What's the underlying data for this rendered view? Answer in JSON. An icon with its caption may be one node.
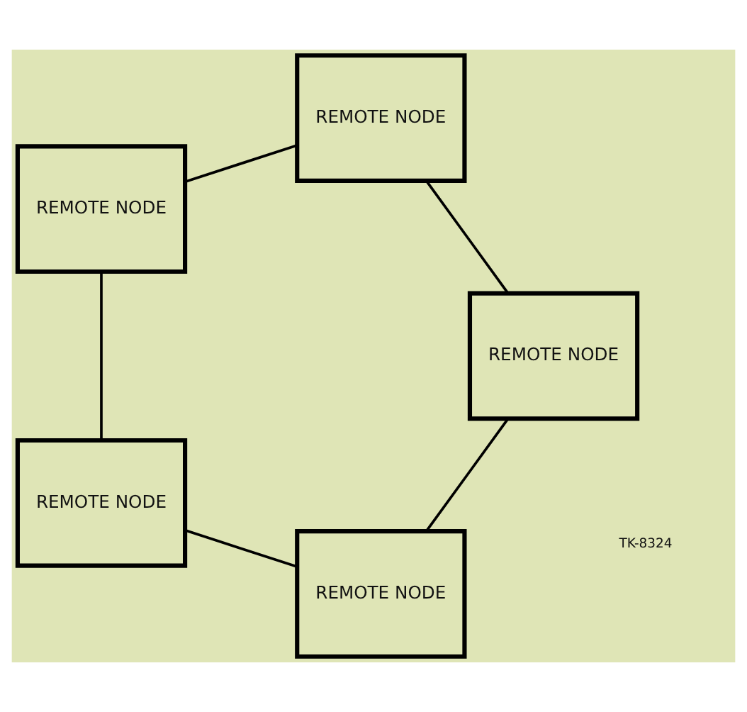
{
  "diagram": {
    "nodes": [
      {
        "text": [
          "REMOTE NODE"
        ]
      },
      {
        "text": [
          "REMOTE NODE"
        ]
      },
      {
        "text": [
          "REMOTE NODE"
        ]
      },
      {
        "text": [
          "REMOTE NODE"
        ]
      },
      {
        "text": [
          "REMOTE NODE"
        ]
      }
    ],
    "edges": [
      {
        "from": 0,
        "to": 1,
        "arrow": "none"
      },
      {
        "from": 0,
        "to": 2,
        "arrow": "none"
      },
      {
        "from": 1,
        "to": 3,
        "arrow": "none"
      },
      {
        "from": 3,
        "to": 4,
        "arrow": "none"
      },
      {
        "from": 4,
        "to": 2,
        "arrow": "none"
      }
    ],
    "labels": [
      "TK-8324"
    ]
  }
}
